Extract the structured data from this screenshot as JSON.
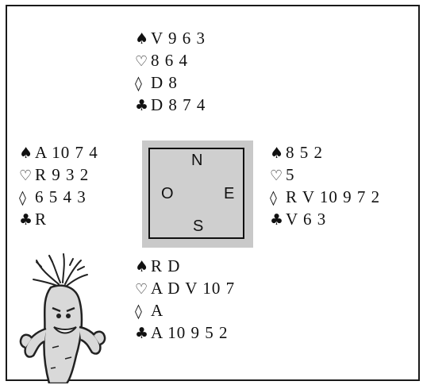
{
  "suits": {
    "spades": "♠",
    "hearts": "♡",
    "diamonds": "◊",
    "clubs": "♣"
  },
  "compass": {
    "north": "N",
    "west": "O",
    "east": "E",
    "south": "S"
  },
  "hands": {
    "north": {
      "spades": "V 9 6 3",
      "hearts": "8 6 4",
      "diamonds": "D 8",
      "clubs": "D 8 7 4"
    },
    "west": {
      "spades": "A 10 7 4",
      "hearts": "R 9 3 2",
      "diamonds": "6 5 4 3",
      "clubs": "R"
    },
    "east": {
      "spades": "8 5 2",
      "hearts": "5",
      "diamonds": "R V 10 9 7 2",
      "clubs": "V 6 3"
    },
    "south": {
      "spades": "R D",
      "hearts": "A D V 10 7",
      "diamonds": "A",
      "clubs": "A 10 9 5 2"
    }
  },
  "mascot": {
    "icon": "cartoon-carrot-flexing-icon",
    "colors": {
      "body": "#d9d9d9",
      "outline": "#222222"
    }
  }
}
